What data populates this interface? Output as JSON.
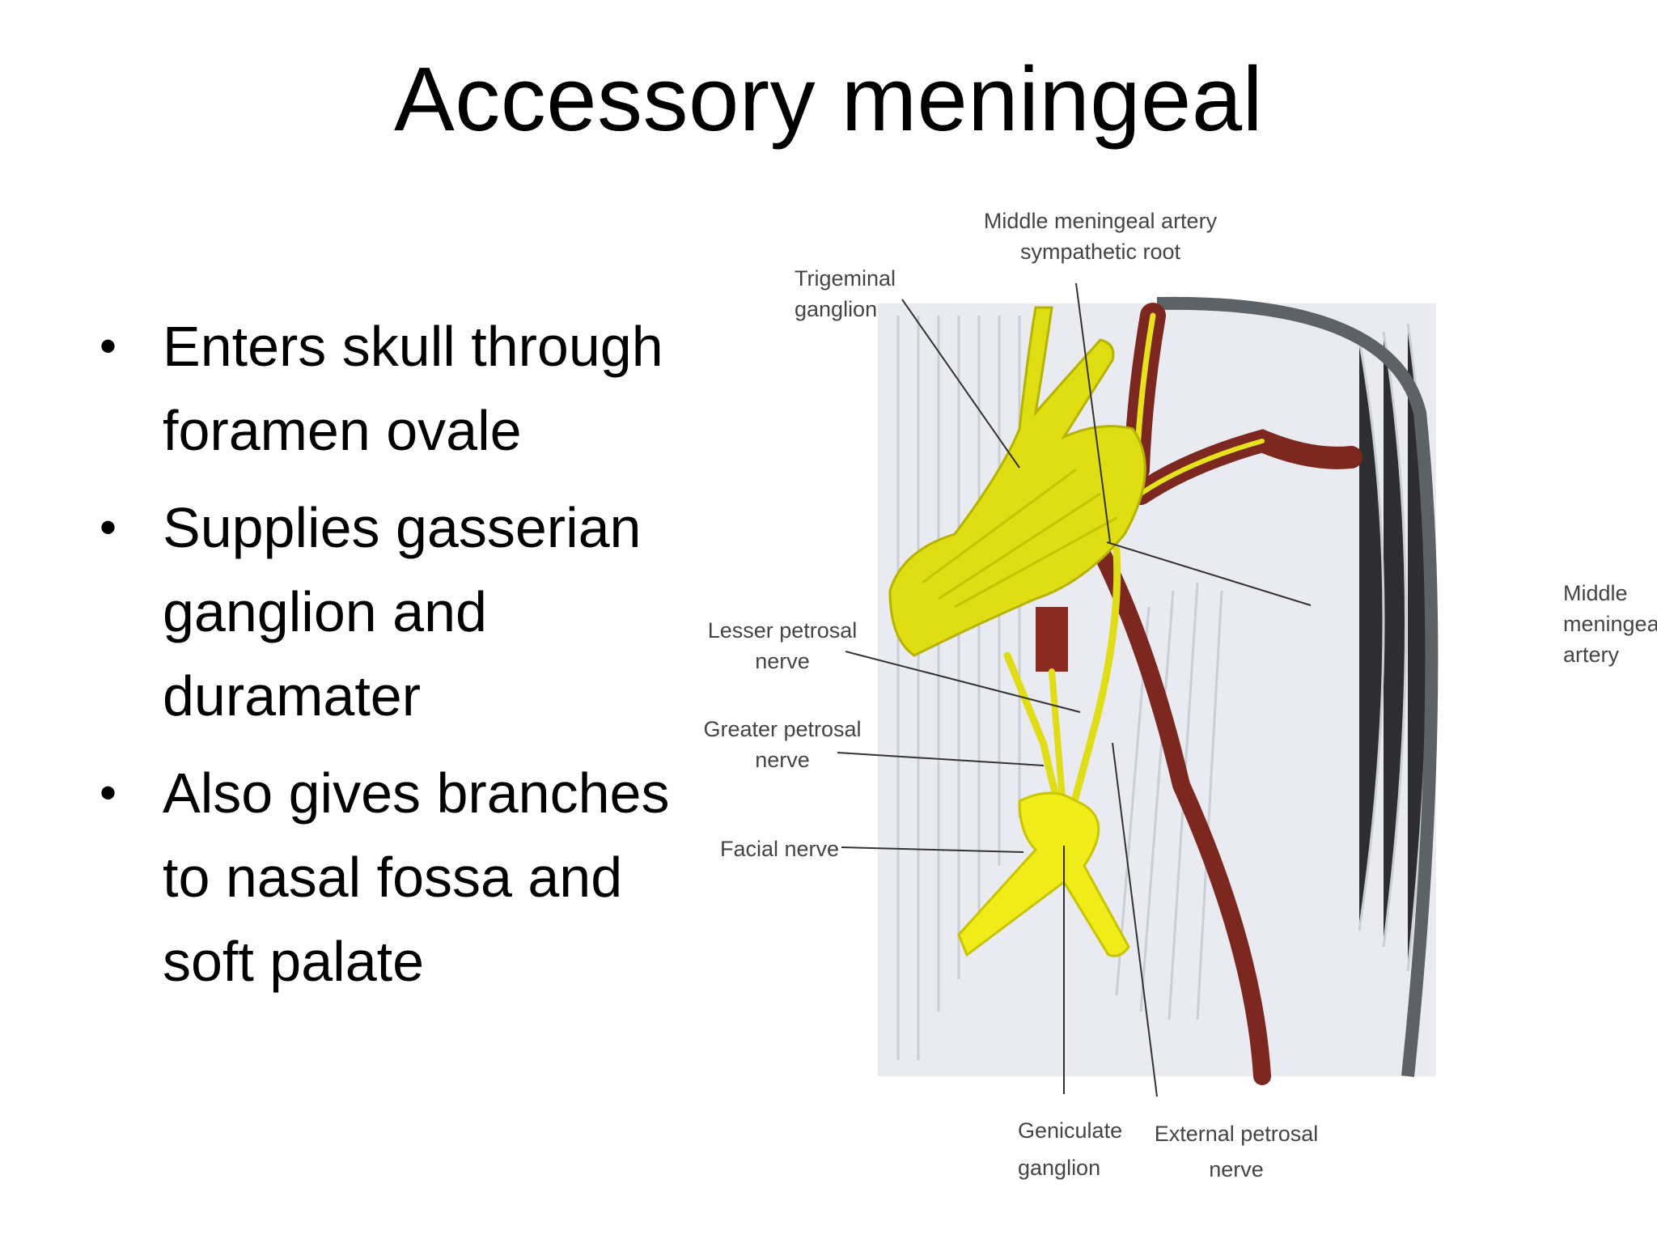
{
  "slide": {
    "title": "Accessory meningeal",
    "bullets": [
      "Enters skull through\nforamen ovale",
      "Supplies gasserian\nganglion and\nduramater",
      "Also gives branches\nto nasal fossa and\nsoft palate"
    ],
    "bullet_marker": "•"
  },
  "diagram": {
    "labels": {
      "trigeminal_ganglion": [
        "Trigeminal",
        "ganglion"
      ],
      "middle_meningeal_sympathetic": [
        "Middle meningeal artery",
        "sympathetic root"
      ],
      "middle_meningeal_artery": [
        "Middle",
        "meningeal",
        "artery"
      ],
      "lesser_petrosal": [
        "Lesser petrosal",
        "nerve"
      ],
      "greater_petrosal": [
        "Greater petrosal",
        "nerve"
      ],
      "facial_nerve": [
        "Facial nerve"
      ],
      "geniculate_ganglion": [
        "Geniculate",
        "ganglion"
      ],
      "external_petrosal": [
        "External petrosal",
        "nerve"
      ]
    },
    "colors": {
      "nerve": "#e6e21c",
      "nerve_dark": "#b8b400",
      "artery": "#8a2a22",
      "background": "#e8eaf0"
    }
  }
}
